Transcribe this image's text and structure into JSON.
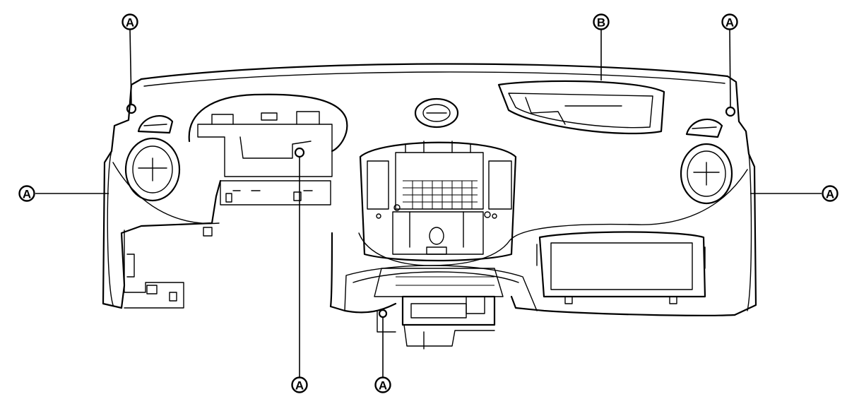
{
  "callouts": {
    "a_top_left": "A",
    "b_top": "B",
    "a_top_right": "A",
    "a_left": "A",
    "a_right": "A",
    "a_bottom_center": "A",
    "a_bottom_lower": "A"
  },
  "colors": {
    "line": "#000000",
    "background": "#ffffff"
  },
  "icons": [
    "callout-marker",
    "clip-point"
  ]
}
